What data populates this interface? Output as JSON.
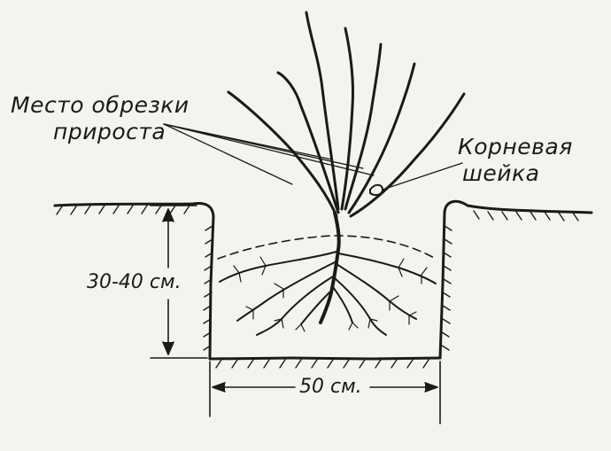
{
  "labels": {
    "pruning_line1": "Место обрезки",
    "pruning_line2": "прироста",
    "root_collar_line1": "Корневая",
    "root_collar_line2": "шейка",
    "depth": "30-40 см.",
    "width": "50 см."
  },
  "colors": {
    "ink": "#1a1a1a",
    "paper": "#f4f3ef"
  }
}
